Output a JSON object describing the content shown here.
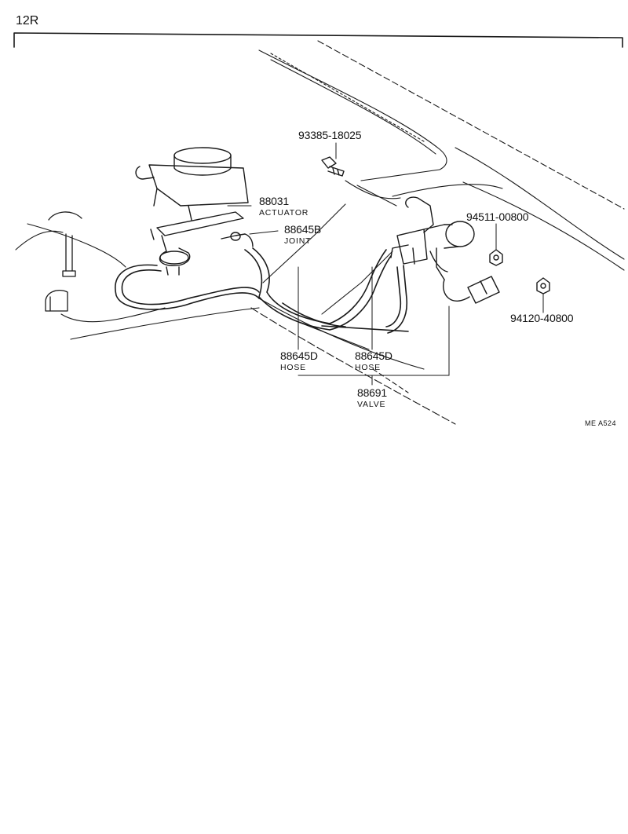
{
  "page": {
    "corner_label": "12R",
    "figure_code": "ME A524"
  },
  "callouts": [
    {
      "id": "actuator",
      "part_no": "88031",
      "name": "ACTUATOR"
    },
    {
      "id": "joint",
      "part_no": "88645B",
      "name": "JOINT"
    },
    {
      "id": "bolt",
      "part_no": "93385-18025",
      "name": ""
    },
    {
      "id": "nut-a",
      "part_no": "94511-00800",
      "name": ""
    },
    {
      "id": "nut-b",
      "part_no": "94120-40800",
      "name": ""
    },
    {
      "id": "hose-a",
      "part_no": "88645D",
      "name": "HOSE"
    },
    {
      "id": "hose-b",
      "part_no": "88645D",
      "name": "HOSE"
    },
    {
      "id": "valve",
      "part_no": "88691",
      "name": "VALVE"
    }
  ],
  "icons": {
    "actuator": "vacuum-actuator-icon",
    "valve": "vsv-valve-icon",
    "connector": "electrical-connector-icon",
    "bolt": "bolt-icon",
    "nut": "nut-icon"
  }
}
